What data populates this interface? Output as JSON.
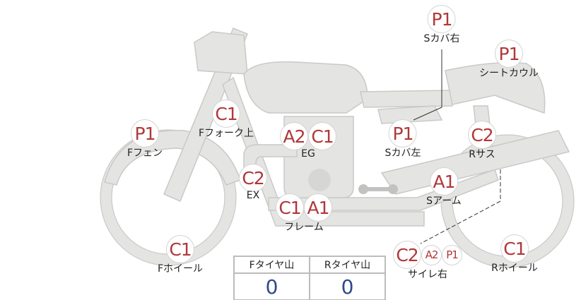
{
  "colors": {
    "badge_text": "#b0383a",
    "value_text": "#2d4a8a",
    "bike_fill": "#e4e4e2"
  },
  "parts": [
    {
      "id": "s-cover-right",
      "badges": [
        "P1"
      ],
      "label": "Sカバ右"
    },
    {
      "id": "seat-cowl",
      "badges": [
        "P1"
      ],
      "label": "シートカウル"
    },
    {
      "id": "f-fork-upper",
      "badges": [
        "C1"
      ],
      "label": "Fフォーク上"
    },
    {
      "id": "f-fender",
      "badges": [
        "P1"
      ],
      "label": "Fフェン"
    },
    {
      "id": "engine",
      "badges": [
        "A2",
        "C1"
      ],
      "label": "EG"
    },
    {
      "id": "s-cover-left",
      "badges": [
        "P1"
      ],
      "label": "Sカバ左"
    },
    {
      "id": "r-suspension",
      "badges": [
        "C2"
      ],
      "label": "Rサス"
    },
    {
      "id": "exhaust",
      "badges": [
        "C2"
      ],
      "label": "EX"
    },
    {
      "id": "swing-arm",
      "badges": [
        "A1"
      ],
      "label": "Sアーム"
    },
    {
      "id": "frame",
      "badges": [
        "C1",
        "A1"
      ],
      "label": "フレーム"
    },
    {
      "id": "f-wheel",
      "badges": [
        "C1"
      ],
      "label": "Fホイール"
    },
    {
      "id": "silencer-right",
      "badges": [
        "C2",
        "A2",
        "P1"
      ],
      "label": "サイレ右"
    },
    {
      "id": "r-wheel",
      "badges": [
        "C1"
      ],
      "label": "Rホイール"
    }
  ],
  "tire_table": {
    "headers": [
      "Fタイヤ山",
      "Rタイヤ山"
    ],
    "values": [
      "0",
      "0"
    ]
  }
}
